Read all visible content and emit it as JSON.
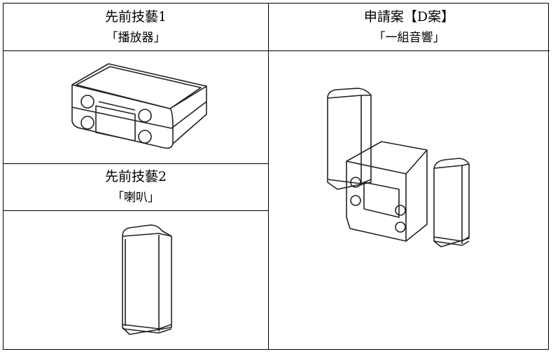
{
  "prior_art_1": {
    "title": "先前技藝1",
    "subtitle": "「播放器」"
  },
  "prior_art_2": {
    "title": "先前技藝2",
    "subtitle": "「喇叭」"
  },
  "application": {
    "title": "申請案【D案】",
    "subtitle": "「一組音響」"
  }
}
